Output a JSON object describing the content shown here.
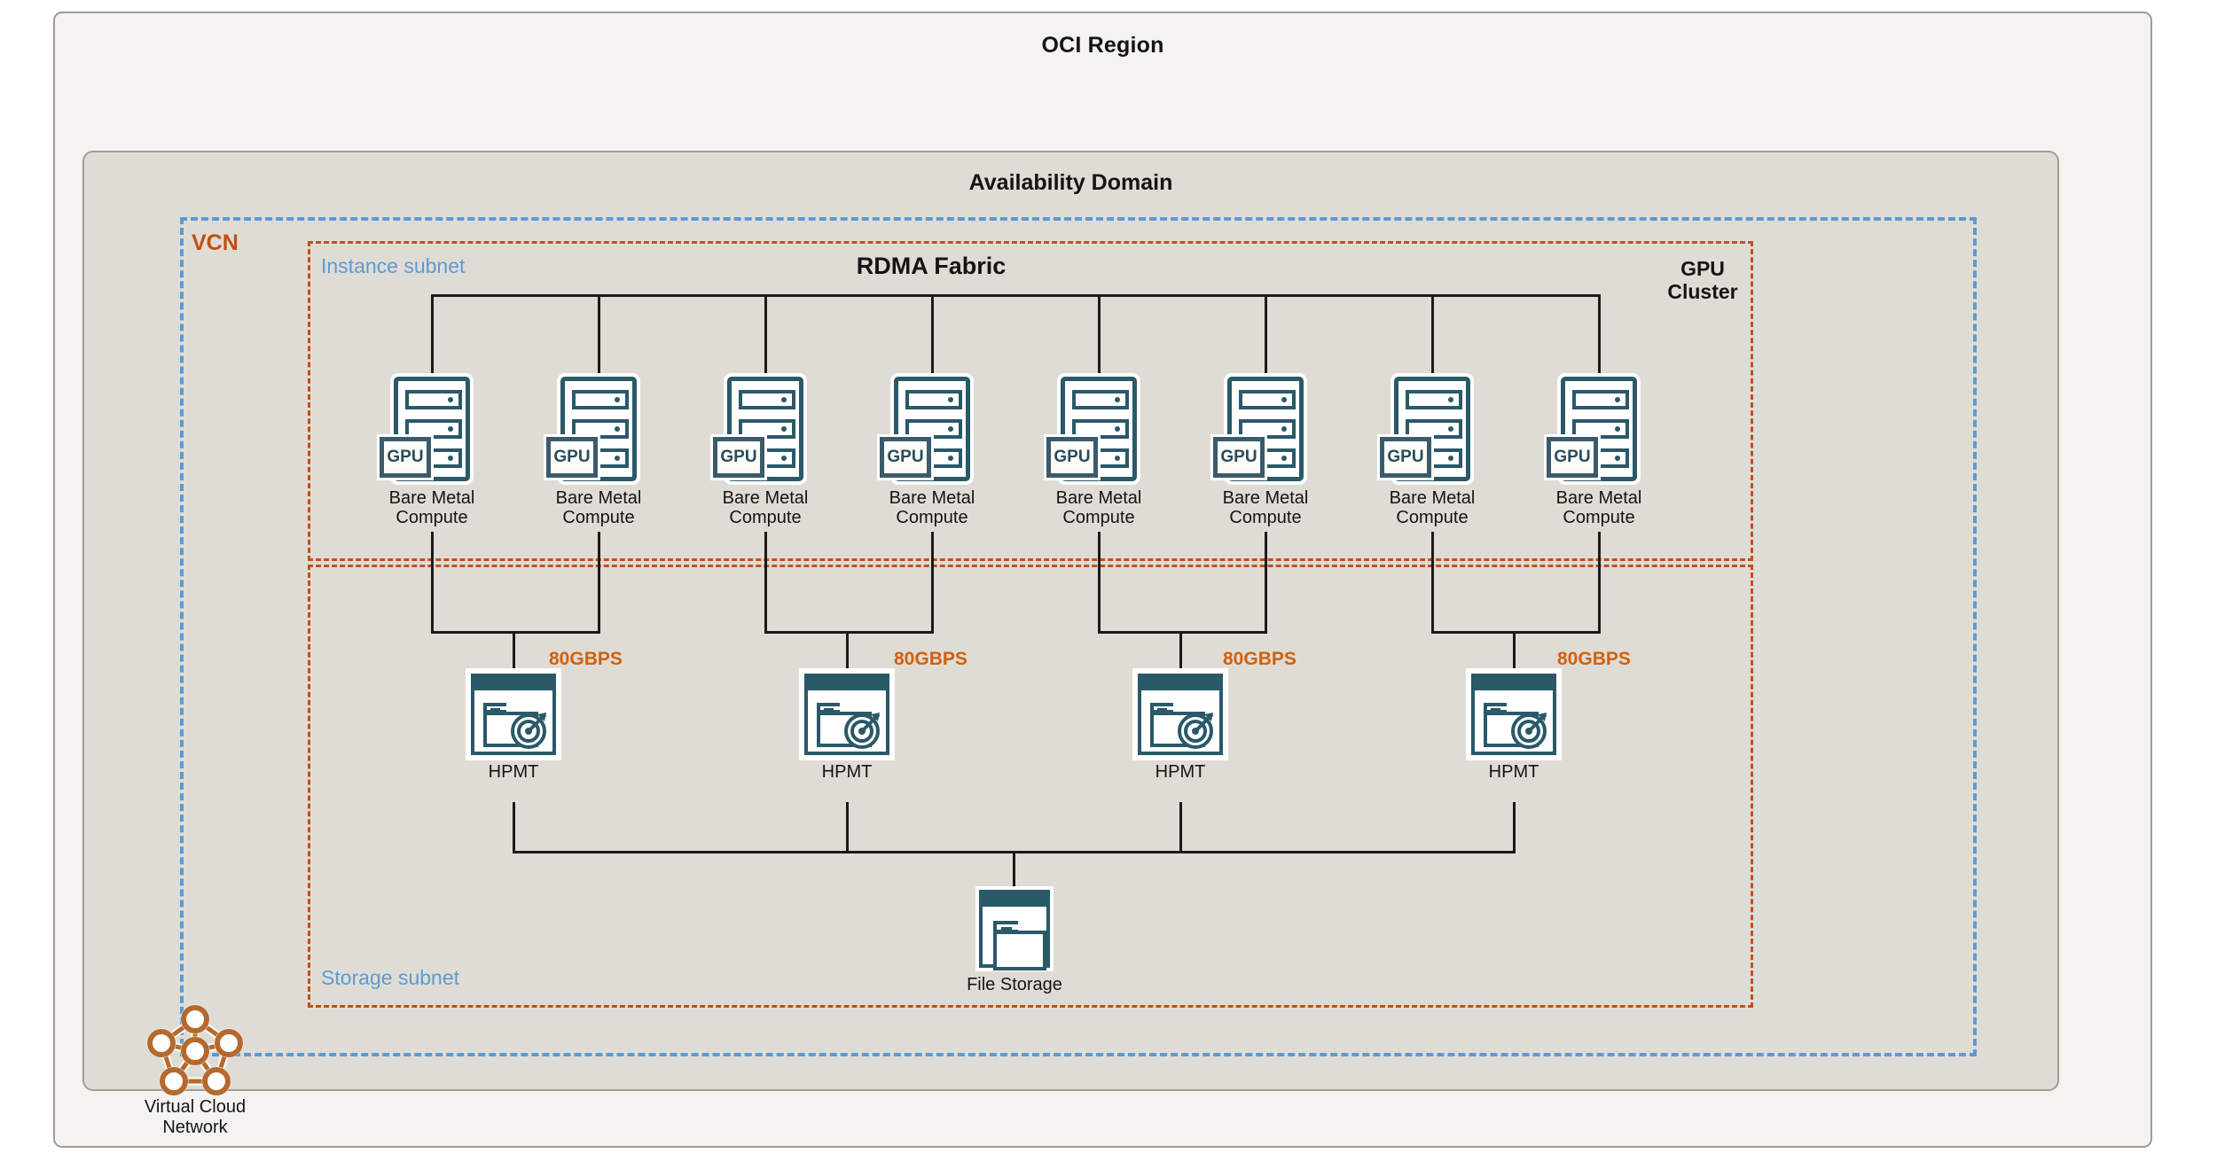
{
  "diagram": {
    "region": {
      "title": "OCI Region"
    },
    "availability_domain": {
      "title": "Availability Domain"
    },
    "vcn": {
      "label": "VCN",
      "icon": "virtual-cloud-network-icon",
      "caption_line1": "Virtual Cloud",
      "caption_line2": "Network"
    },
    "subnets": {
      "instance": {
        "label": "Instance subnet"
      },
      "storage": {
        "label": "Storage subnet"
      }
    },
    "fabric": {
      "title": "RDMA Fabric"
    },
    "cluster": {
      "label_line1": "GPU",
      "label_line2": "Cluster"
    },
    "compute_nodes": [
      {
        "badge": "GPU",
        "caption_line1": "Bare Metal",
        "caption_line2": "Compute"
      },
      {
        "badge": "GPU",
        "caption_line1": "Bare Metal",
        "caption_line2": "Compute"
      },
      {
        "badge": "GPU",
        "caption_line1": "Bare Metal",
        "caption_line2": "Compute"
      },
      {
        "badge": "GPU",
        "caption_line1": "Bare Metal",
        "caption_line2": "Compute"
      },
      {
        "badge": "GPU",
        "caption_line1": "Bare Metal",
        "caption_line2": "Compute"
      },
      {
        "badge": "GPU",
        "caption_line1": "Bare Metal",
        "caption_line2": "Compute"
      },
      {
        "badge": "GPU",
        "caption_line1": "Bare Metal",
        "caption_line2": "Compute"
      },
      {
        "badge": "GPU",
        "caption_line1": "Bare Metal",
        "caption_line2": "Compute"
      }
    ],
    "hpmt_nodes": [
      {
        "caption": "HPMT",
        "bandwidth": "80GBPS"
      },
      {
        "caption": "HPMT",
        "bandwidth": "80GBPS"
      },
      {
        "caption": "HPMT",
        "bandwidth": "80GBPS"
      },
      {
        "caption": "HPMT",
        "bandwidth": "80GBPS"
      }
    ],
    "file_storage": {
      "caption": "File Storage"
    },
    "colors": {
      "region_bg": "#f4f3f1",
      "ad_bg": "#dfdcd6",
      "container_border": "#a59c93",
      "vcn_dash": "#5b9bd5",
      "subnet_dash": "#c0501a",
      "vcn_label": "#c0500f",
      "subnet_label": "#5b9bd5",
      "icon_teal": "#2a5968",
      "bandwidth_orange": "#d2600d",
      "line": "#1a1a1a",
      "text": "#141414"
    }
  }
}
